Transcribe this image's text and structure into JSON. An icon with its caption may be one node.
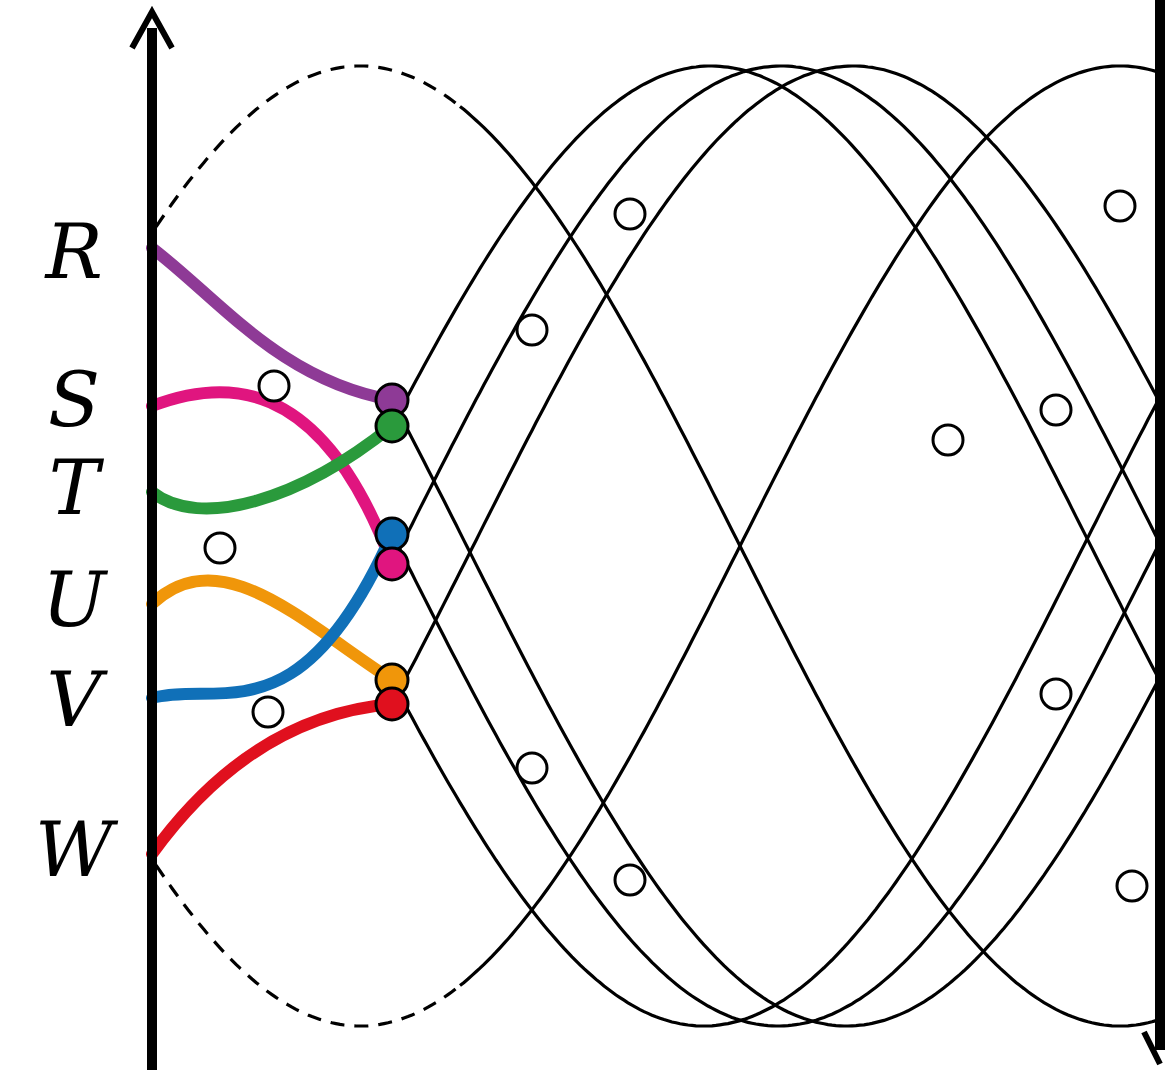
{
  "diagram": {
    "labels": [
      "R",
      "S",
      "T",
      "U",
      "V",
      "W"
    ]
  }
}
